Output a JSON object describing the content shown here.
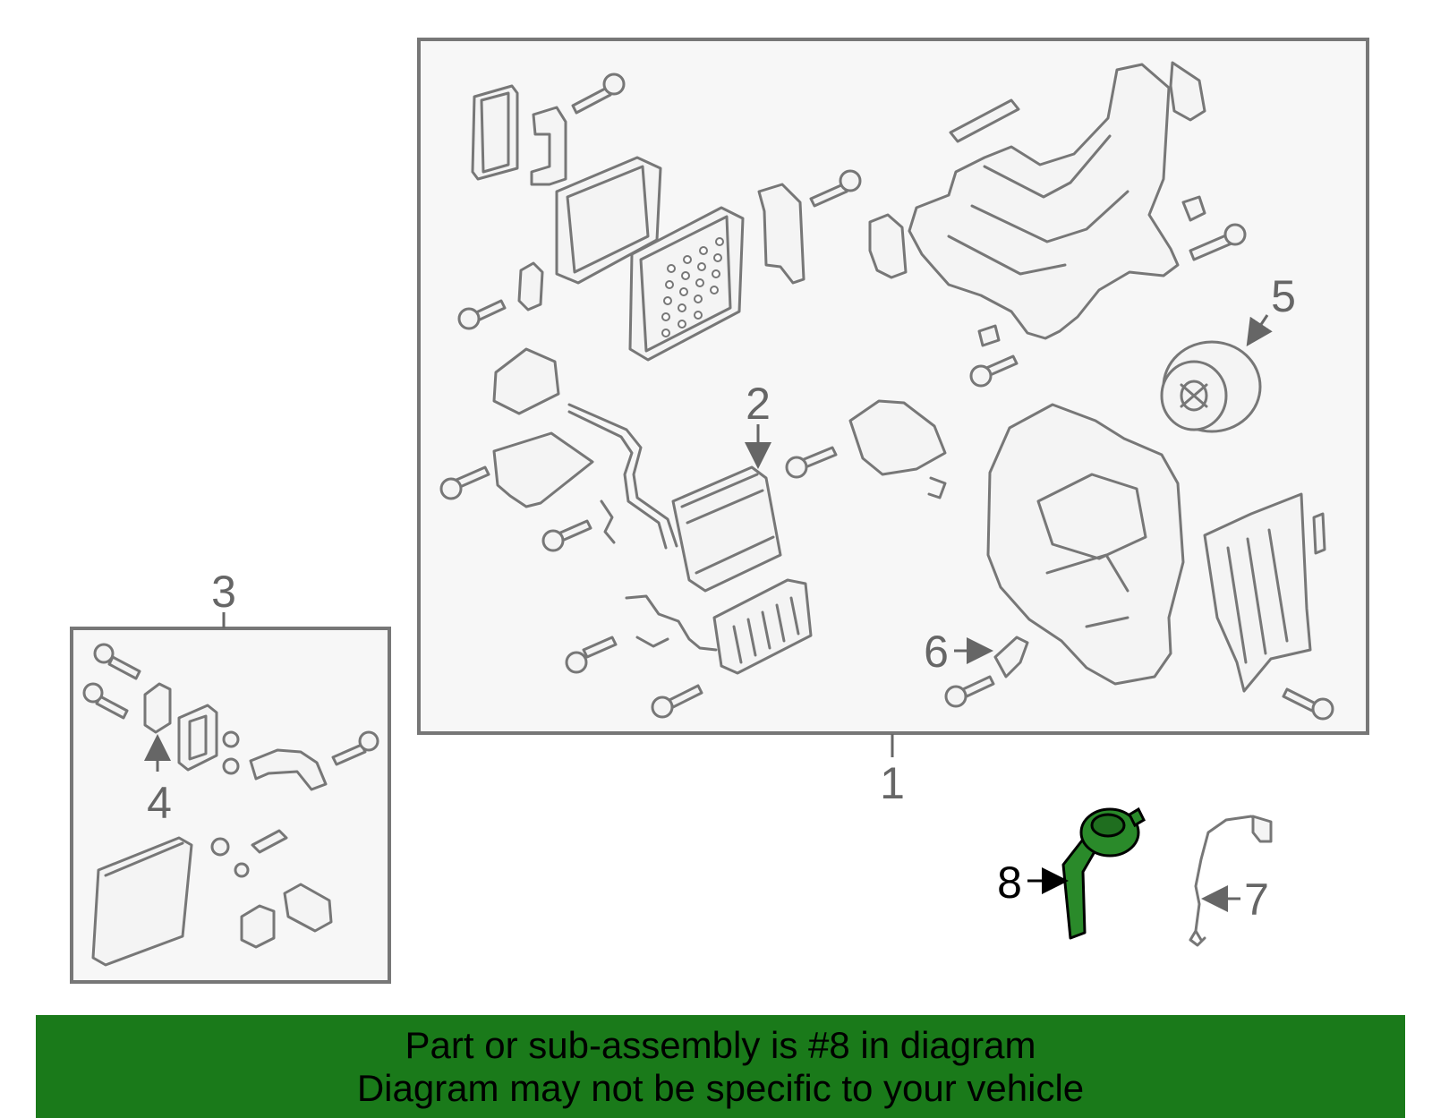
{
  "callouts": {
    "c1": "1",
    "c2": "2",
    "c3": "3",
    "c4": "4",
    "c5": "5",
    "c6": "6",
    "c7": "7",
    "c8": "8"
  },
  "banner": {
    "line1": "Part or sub-assembly is #8 in diagram",
    "line2": "Diagram may not be specific to your vehicle"
  },
  "colors": {
    "highlight": "#1a7a1a",
    "outline": "#777777",
    "panel": "#f7f7f7"
  }
}
